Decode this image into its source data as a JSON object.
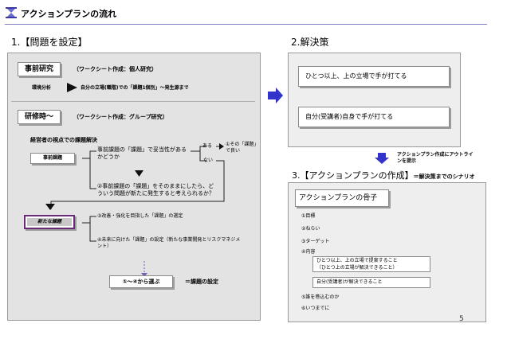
{
  "header": {
    "title": "アクションプランの流れ"
  },
  "section1": {
    "title": "1.【問題を設定】",
    "pre_study_label": "事前研究",
    "pre_study_note": "（ワークシート作成：個人研究）",
    "env_analysis": "環境分析",
    "env_analysis_note": "自分の立場(職階)での「課題1個別」～発生源まで",
    "training_label": "研修時～",
    "training_note": "（ワークシート作成：グループ研究）",
    "manager_view": "経営者の視点での課題解決",
    "pre_issue": "事前課題",
    "question": "事前課題の「課題」で妥当性があるかどうか",
    "yes": "ある",
    "no": "ない",
    "choice1": "①その「課題」で良い",
    "choice2": "②事前課題の「課題」をそのままにしたら、どういう問題が新たに発生すると考えられるか？",
    "new_issue": "新たな課題",
    "choice3": "③改善・強化を目指した「課題」の選定",
    "choice4": "④未来に向けた「課題」の設定（新たな事業開発とリスクマネジメント）",
    "select_label": "①～④から選ぶ",
    "select_result": "＝課題の設定"
  },
  "section2": {
    "title": "2.解決策",
    "option1": "ひとつ以上、上の立場で手が打てる",
    "option2": "自分(受講者)自身で手が打てる"
  },
  "connector_note": "アクションプラン作成にアウトラインを提示",
  "section3": {
    "title": "3.【アクションプランの作成】",
    "title_suffix": "＝解決策までのシナリオ",
    "skeleton_label": "アクションプランの骨子",
    "items": [
      "①目標",
      "②ねらい",
      "③ターゲット",
      "④内容",
      "⑤誰を巻込むのか",
      "⑥いつまでに"
    ],
    "content1_line1": "ひとつ以上、上の立場で提案すること",
    "content1_line2": "（ひとつ上の立場が解決できること）",
    "content2": "自分(受講者)が解決できること"
  },
  "page_number": "5",
  "colors": {
    "accent": "#3333cc",
    "issue_border": "#6a2a7a",
    "panel": "#e3e3e3"
  }
}
